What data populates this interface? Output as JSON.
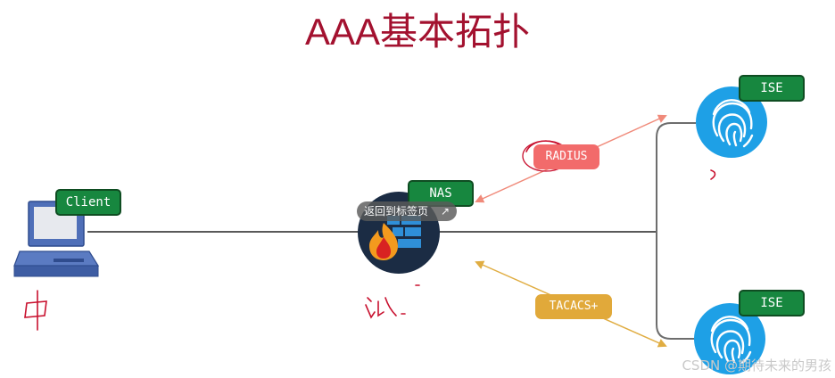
{
  "title": "AAA基本拓扑",
  "nodes": {
    "client": "Client",
    "nas": "NAS",
    "ise_top": "ISE",
    "ise_bottom": "ISE"
  },
  "protocols": {
    "radius": "RADIUS",
    "tacacs": "TACACS+"
  },
  "tooltip": {
    "label": "返回到标签页",
    "icon": "external-link-icon"
  },
  "watermark": "CSDN @期待未来的男孩",
  "colors": {
    "title": "#a3112f",
    "tag_green": "#17873f",
    "radius_fill": "#f26b6b",
    "radius_arrow": "#f08a7a",
    "tacacs_fill": "#e1a93a",
    "tacacs_arrow": "#e0ad42",
    "fingerprint_blue": "#1ea0e6",
    "nas_dark": "#1b2c44"
  }
}
